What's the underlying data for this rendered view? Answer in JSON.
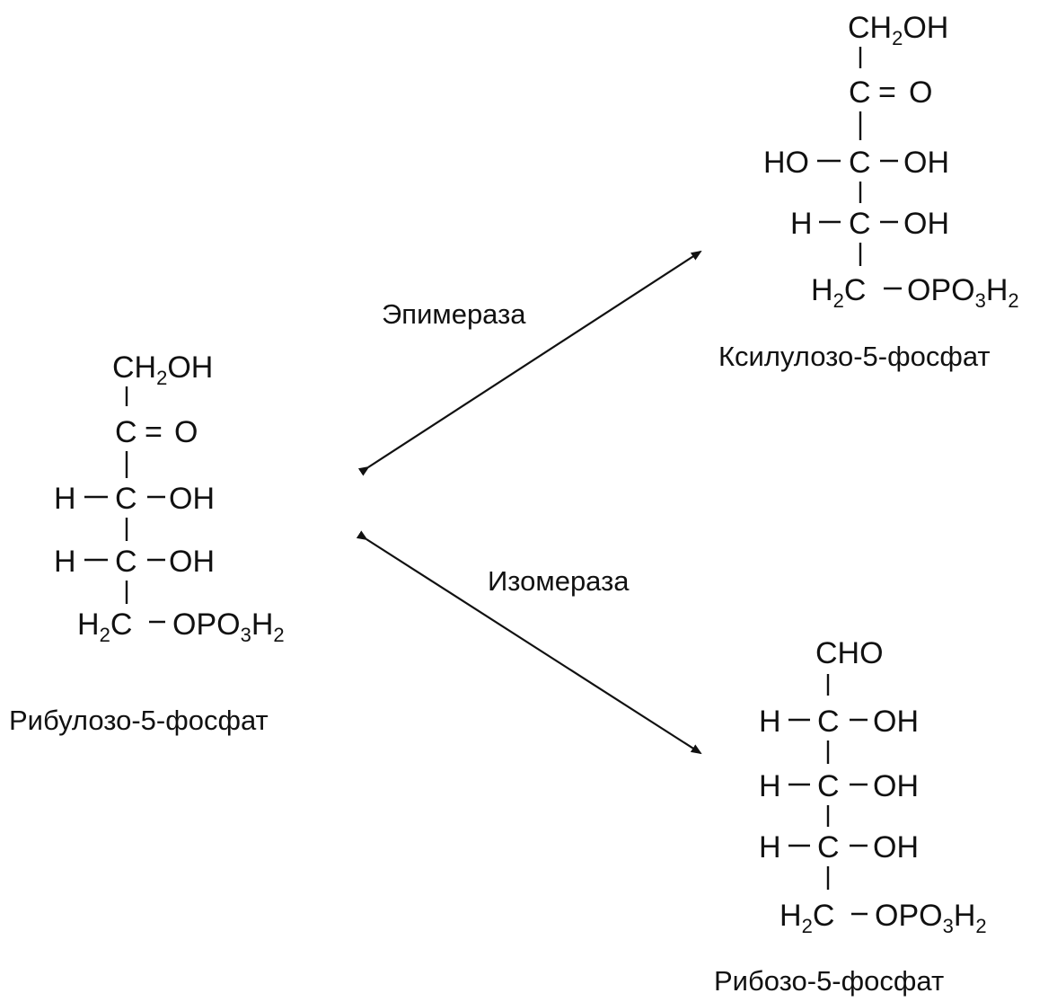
{
  "molecules": {
    "ribulose": {
      "name": "Рибулозо-5-фосфат",
      "c1": {
        "left": "CH",
        "sub": "2",
        "right": "OH"
      },
      "c2": {
        "c": "C",
        "eq": "=",
        "o": "O"
      },
      "c3": {
        "h": "H",
        "c": "C",
        "oh": "OH"
      },
      "c4": {
        "h": "H",
        "c": "C",
        "oh": "OH"
      },
      "c5": {
        "h": "H",
        "hsub": "2",
        "c": "C",
        "o": "OPO",
        "osub1": "3",
        "h2": "H",
        "osub2": "2"
      }
    },
    "xylulose": {
      "name": "Ксилулозо-5-фосфат",
      "c1": {
        "left": "CH",
        "sub": "2",
        "right": "OH"
      },
      "c2": {
        "c": "C",
        "eq": "=",
        "o": "O"
      },
      "c3": {
        "ho": "HO",
        "c": "C",
        "oh": "OH"
      },
      "c4": {
        "h": "H",
        "c": "C",
        "oh": "OH"
      },
      "c5": {
        "h": "H",
        "hsub": "2",
        "c": "C",
        "o": "OPO",
        "osub1": "3",
        "h2": "H",
        "osub2": "2"
      }
    },
    "ribose": {
      "name": "Рибозо-5-фосфат",
      "c1": {
        "text": "CHO"
      },
      "c2": {
        "h": "H",
        "c": "C",
        "oh": "OH"
      },
      "c3": {
        "h": "H",
        "c": "C",
        "oh": "OH"
      },
      "c4": {
        "h": "H",
        "c": "C",
        "oh": "OH"
      },
      "c5": {
        "h": "H",
        "hsub": "2",
        "c": "C",
        "o": "OPO",
        "osub1": "3",
        "h2": "H",
        "osub2": "2"
      }
    }
  },
  "enzymes": {
    "epimerase": "Эпимераза",
    "isomerase": "Изомераза"
  },
  "colors": {
    "ink": "#111111",
    "background": "#ffffff"
  }
}
